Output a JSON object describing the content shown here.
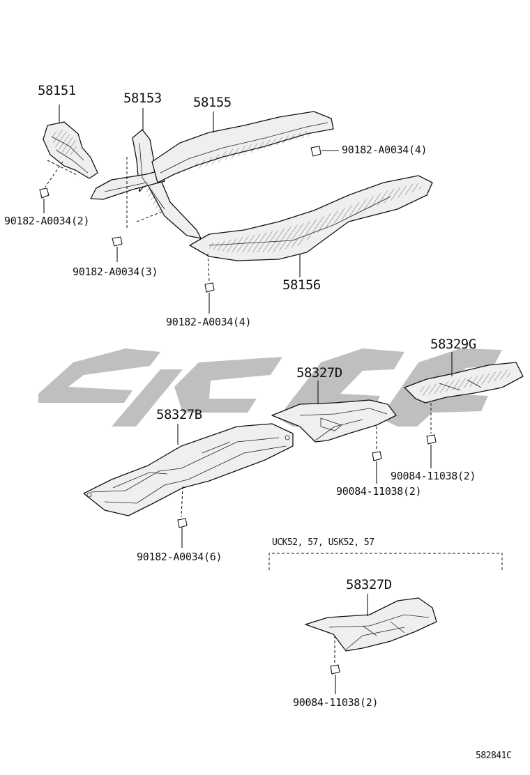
{
  "labels": {
    "p58151": "58151",
    "p58153": "58153",
    "p58155": "58155",
    "p58156": "58156",
    "p58327b": "58327B",
    "p58327d": "58327D",
    "p58329g": "58329G",
    "p58327d_variant": "58327D",
    "c_58151": "90182-A0034(2)",
    "c_58153": "90182-A0034(3)",
    "c_58156": "90182-A0034(4)",
    "c_58155": "90182-A0034(4)",
    "c_58327b": "90182-A0034(6)",
    "c_58327d": "90084-11038(2)",
    "c_58329g": "90084-11038(2)",
    "c_58327d_variant": "90084-11038(2)",
    "variant_note": "UCK52, 57, USK52, 57",
    "diagram_code": "582841C"
  },
  "colors": {
    "line": "#111111",
    "part_fill": "#efefef",
    "watermark": "#b4b4b4"
  }
}
